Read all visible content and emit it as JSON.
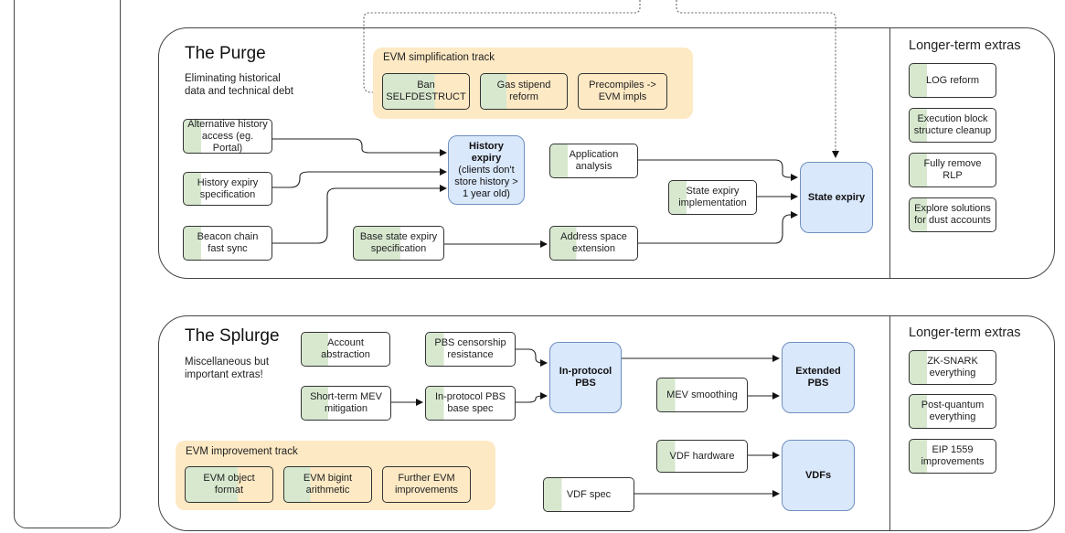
{
  "purge": {
    "title": "The Purge",
    "subtitle_line1": "Eliminating historical",
    "subtitle_line2": "data and technical debt",
    "track_label": "EVM simplification track",
    "track_items": [
      {
        "line1": "Ban",
        "line2": "SELFDESTRUCT"
      },
      {
        "line1": "Gas stipend",
        "line2": "reform"
      },
      {
        "line1": "Precompiles ->",
        "line2": "EVM impls"
      }
    ],
    "nodes": {
      "alt_history": {
        "line1": "Alternative history",
        "line2": "access (eg. Portal)"
      },
      "history_spec": {
        "line1": "History expiry",
        "line2": "specification"
      },
      "beacon_sync": {
        "line1": "Beacon chain",
        "line2": "fast sync"
      },
      "base_state_spec": {
        "line1": "Base state expiry",
        "line2": "specification"
      },
      "app_analysis": {
        "line1": "Application",
        "line2": "analysis"
      },
      "state_impl": {
        "line1": "State expiry",
        "line2": "implementation"
      },
      "address_ext": {
        "line1": "Address space",
        "line2": "extension"
      }
    },
    "history_expiry": {
      "title_line1": "History",
      "title_line2": "expiry",
      "detail_line1": "(clients don't",
      "detail_line2": "store history >",
      "detail_line3": "1 year old)"
    },
    "state_expiry": "State expiry",
    "extras_title": "Longer-term extras",
    "extras": [
      {
        "line1": "LOG reform",
        "line2": ""
      },
      {
        "line1": "Execution block",
        "line2": "structure cleanup"
      },
      {
        "line1": "Fully remove",
        "line2": "RLP"
      },
      {
        "line1": "Explore solutions",
        "line2": "for dust accounts"
      }
    ]
  },
  "splurge": {
    "title": "The Splurge",
    "subtitle_line1": "Miscellaneous but",
    "subtitle_line2": "important extras!",
    "nodes": {
      "account_abstraction": {
        "line1": "Account",
        "line2": "abstraction"
      },
      "pbs_censorship": {
        "line1": "PBS censorship",
        "line2": "resistance"
      },
      "short_term_mev": {
        "line1": "Short-term MEV",
        "line2": "mitigation"
      },
      "pbs_base_spec": {
        "line1": "In-protocol PBS",
        "line2": "base spec"
      },
      "mev_smoothing": {
        "line1": "MEV smoothing",
        "line2": ""
      },
      "vdf_hardware": {
        "line1": "VDF hardware",
        "line2": ""
      },
      "vdf_spec": {
        "line1": "VDF spec",
        "line2": ""
      }
    },
    "in_protocol_pbs": {
      "line1": "In-protocol",
      "line2": "PBS"
    },
    "extended_pbs": {
      "line1": "Extended",
      "line2": "PBS"
    },
    "vdfs": "VDFs",
    "track_label": "EVM improvement track",
    "track_items": [
      {
        "line1": "EVM object",
        "line2": "format"
      },
      {
        "line1": "EVM bigint",
        "line2": "arithmetic"
      },
      {
        "line1": "Further EVM",
        "line2": "improvements"
      }
    ],
    "extras_title": "Longer-term extras",
    "extras": [
      {
        "line1": "ZK-SNARK",
        "line2": "everything"
      },
      {
        "line1": "Post-quantum",
        "line2": "everything"
      },
      {
        "line1": "EIP 1559",
        "line2": "improvements"
      }
    ]
  },
  "colors": {
    "done": "#d7e8cf",
    "track": "#fde9c4",
    "goal": "#dae8fc",
    "goal_border": "#6f8fbf",
    "stroke": "#333333"
  }
}
